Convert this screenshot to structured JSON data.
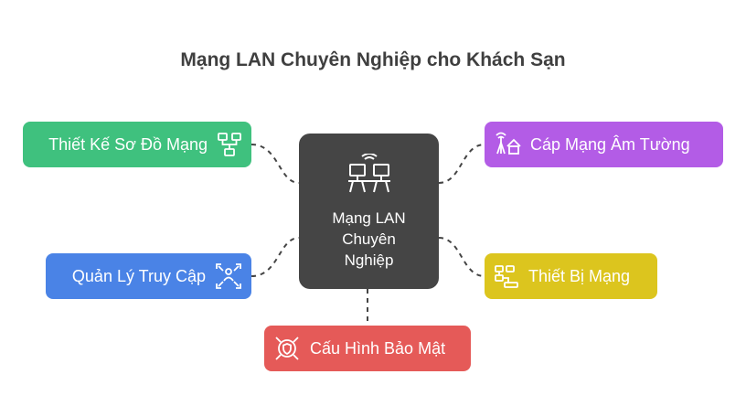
{
  "title": "Mạng LAN Chuyên Nghiệp cho Khách Sạn",
  "center": {
    "lines": [
      "Mạng LAN",
      "Chuyên",
      "Nghiệp"
    ],
    "icon": "network-computers-icon",
    "color": "#454545"
  },
  "nodes": {
    "design": {
      "label": "Thiết Kế Sơ Đồ Mạng",
      "color": "#3fc17e",
      "icon": "network-diagram-icon"
    },
    "cabling": {
      "label": "Cáp Mạng Âm Tường",
      "color": "#b35ce6",
      "icon": "antenna-house-icon"
    },
    "access": {
      "label": "Quản Lý Truy Cập",
      "color": "#4a83e6",
      "icon": "user-access-icon"
    },
    "devices": {
      "label": "Thiết Bị Mạng",
      "color": "#dcc51e",
      "icon": "network-devices-icon"
    },
    "security": {
      "label": "Cấu Hình Bảo Mật",
      "color": "#e55a58",
      "icon": "shield-security-icon"
    }
  }
}
